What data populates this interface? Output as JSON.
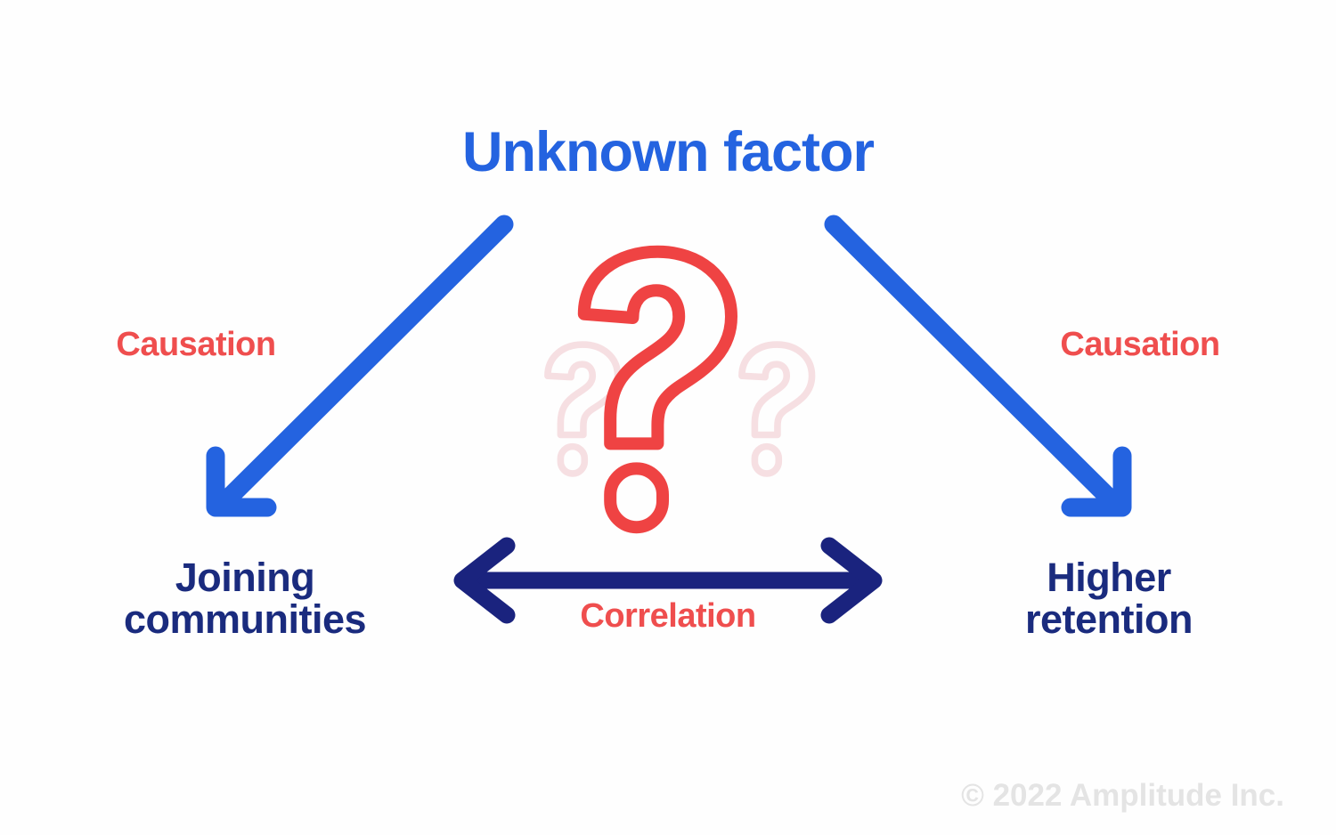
{
  "diagram": {
    "title": "Unknown factor",
    "nodes": {
      "left": "Joining\ncommunities",
      "right": "Higher\nretention"
    },
    "edge_labels": {
      "causation_left": "Causation",
      "causation_right": "Causation",
      "correlation": "Correlation"
    },
    "center_icon": "question-mark-icon"
  },
  "footer": {
    "copyright": "© 2022 Amplitude Inc."
  },
  "colors": {
    "title_blue": "#2463e0",
    "arrow_blue": "#2463e0",
    "node_navy": "#1a2b7e",
    "correlation_navy": "#1a237e",
    "accent_red": "#ef4e4e",
    "faded_red": "#f6dfe2",
    "footer_gray": "#e4e4e4",
    "background": "#fefefe"
  }
}
